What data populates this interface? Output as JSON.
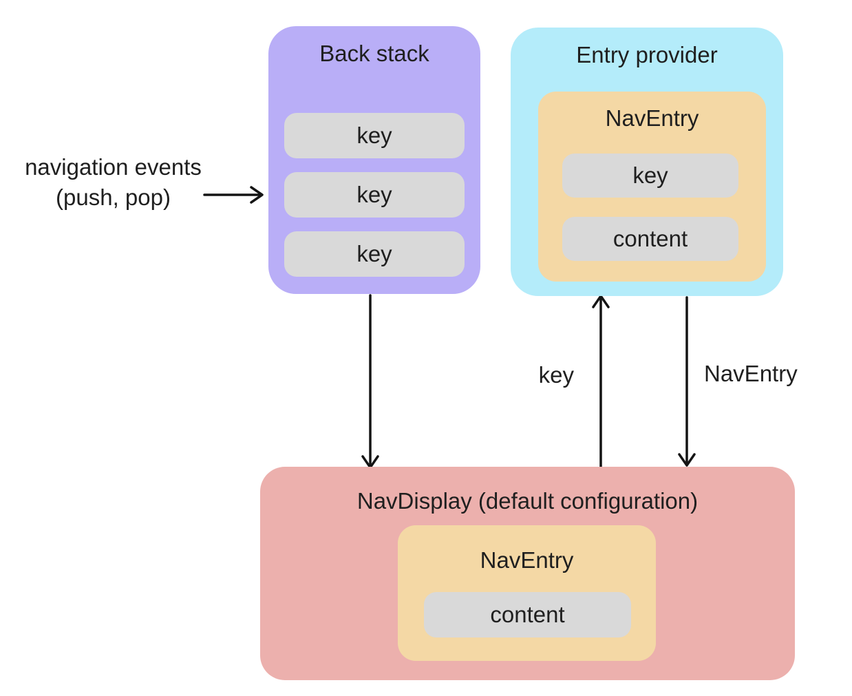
{
  "diagram": {
    "external_label": {
      "line1": "navigation events",
      "line2": "(push, pop)"
    },
    "back_stack": {
      "title": "Back stack",
      "keys": [
        "key",
        "key",
        "key"
      ]
    },
    "entry_provider": {
      "title": "Entry provider",
      "nav_entry": {
        "title": "NavEntry",
        "key": "key",
        "content": "content"
      }
    },
    "nav_display": {
      "title": "NavDisplay (default configuration)",
      "nav_entry": {
        "title": "NavEntry",
        "content": "content"
      }
    },
    "arrow_labels": {
      "key": "key",
      "nav_entry": "NavEntry"
    },
    "colors": {
      "back_stack_bg": "#b9aef7",
      "entry_provider_bg": "#b4ecfa",
      "nav_entry_bg": "#f4d8a5",
      "nav_display_bg": "#ecb0ad",
      "pill_bg": "#d9d9d9",
      "text": "#1f1f1f",
      "arrow": "#141414"
    }
  }
}
